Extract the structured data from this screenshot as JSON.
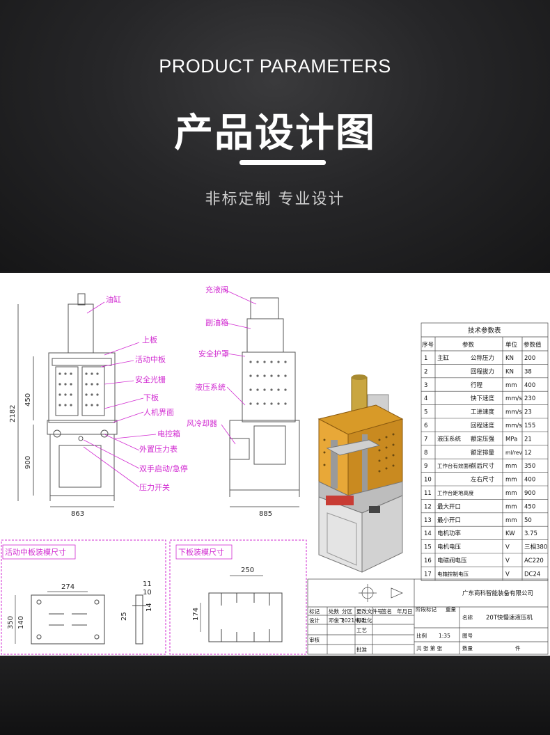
{
  "header": {
    "title_en": "PRODUCT PARAMETERS",
    "title_cn": "产品设计图",
    "subtitle": "非标定制  专业设计"
  },
  "callouts_front": [
    "油缸",
    "上板",
    "活动中板",
    "安全光栅",
    "下板",
    "人机界面",
    "电控箱",
    "外置压力表",
    "双手启动/急停",
    "压力开关"
  ],
  "callouts_side": [
    "充液阀",
    "副油箱",
    "安全护罩",
    "液压系统",
    "风冷却器"
  ],
  "dims": {
    "front_height": "2182",
    "front_upper": "450",
    "front_lower": "900",
    "front_width": "863",
    "side_width": "885",
    "plate_w": "274",
    "plate_h1": "350",
    "plate_h2": "140",
    "plate_t1": "11",
    "plate_t2": "10",
    "plate_t3": "14",
    "plate_t4": "25",
    "low_w": "250",
    "low_h": "174"
  },
  "section_titles": {
    "mid_plate": "活动中板装模尺寸",
    "low_plate": "下板装模尺寸"
  },
  "spec_table": {
    "title": "技术参数表",
    "headers": [
      "序号",
      "参数",
      "单位",
      "参数值"
    ],
    "rows": [
      {
        "no": "1",
        "group": "主缸",
        "name": "公称压力",
        "unit": "KN",
        "value": "200"
      },
      {
        "no": "2",
        "group": "",
        "name": "回程拔力",
        "unit": "KN",
        "value": "38"
      },
      {
        "no": "3",
        "group": "",
        "name": "行程",
        "unit": "mm",
        "value": "400"
      },
      {
        "no": "4",
        "group": "",
        "name": "快下速度",
        "unit": "mm/s",
        "value": "230"
      },
      {
        "no": "5",
        "group": "",
        "name": "工进速度",
        "unit": "mm/s",
        "value": "23"
      },
      {
        "no": "6",
        "group": "",
        "name": "回程速度",
        "unit": "mm/s",
        "value": "155"
      },
      {
        "no": "7",
        "group": "液压系统",
        "name": "额定压强",
        "unit": "MPa",
        "value": "21"
      },
      {
        "no": "8",
        "group": "",
        "name": "额定排量",
        "unit": "ml/rev",
        "value": "12"
      },
      {
        "no": "9",
        "group": "工作台有效面积",
        "name": "前后尺寸",
        "unit": "mm",
        "value": "350"
      },
      {
        "no": "10",
        "group": "",
        "name": "左右尺寸",
        "unit": "mm",
        "value": "400"
      },
      {
        "no": "11",
        "group": "工作台距地高度",
        "name": "",
        "unit": "mm",
        "value": "900"
      },
      {
        "no": "12",
        "group": "最大开口",
        "name": "",
        "unit": "mm",
        "value": "450"
      },
      {
        "no": "13",
        "group": "最小开口",
        "name": "",
        "unit": "mm",
        "value": "50"
      },
      {
        "no": "14",
        "group": "电机功率",
        "name": "",
        "unit": "KW",
        "value": "3.75"
      },
      {
        "no": "15",
        "group": "电机电压",
        "name": "",
        "unit": "V",
        "value": "三相380"
      },
      {
        "no": "16",
        "group": "电磁阀电压",
        "name": "",
        "unit": "V",
        "value": "AC220"
      },
      {
        "no": "17",
        "group": "电箱控制电压",
        "name": "",
        "unit": "V",
        "value": "DC24"
      }
    ]
  },
  "title_block": {
    "company": "广东商科智能装备有限公司",
    "product": "20T快慢速液压机",
    "name_label": "名称",
    "drawing_no_label": "图号",
    "scale_label": "比例",
    "scale": "1:35",
    "qty_label": "数量",
    "unit_word": "件",
    "weight_label": "重量",
    "labels": [
      "标记",
      "处数",
      "分区",
      "更改文件号",
      "签名",
      "年月日",
      "设计",
      "标准化",
      "审核",
      "工艺",
      "批准",
      "阶段标记"
    ],
    "designer": "邓俊飞",
    "date": "2021/6/4",
    "total_label": "共 张 第 张"
  },
  "colors": {
    "callout": "#d12ad1",
    "frame": "#d89a28",
    "panel": "#e8e8e8",
    "bg_dark": "#1b1b1c"
  }
}
